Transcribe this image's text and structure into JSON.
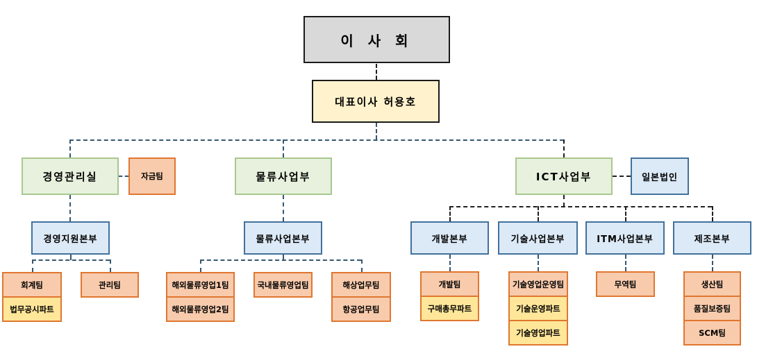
{
  "board": {
    "label": "이 사 회"
  },
  "ceo": {
    "label": "대표이사 허용호"
  },
  "management": {
    "division": "경영관리실",
    "finance_team": "자금팀",
    "hq": "경영지원본부",
    "accounting_team": "회계팀",
    "legal_disclosure_part": "법무공시파트",
    "admin_team": "관리팀"
  },
  "logistics": {
    "division": "물류사업부",
    "hq": "물류사업본부",
    "overseas_sales_team1": "해외물류영업1팀",
    "overseas_sales_team2": "해외물류영업2팀",
    "domestic_sales_team": "국내물류영업팀",
    "marine_team": "해상업무팀",
    "air_team": "항공업무팀"
  },
  "ict": {
    "division": "ICT사업부",
    "japan_corporation": "일본법인",
    "dev_hq": "개발본부",
    "tech_hq": "기술사업본부",
    "itm_hq": "ITM사업본부",
    "mfg_hq": "제조본부",
    "dev_team": "개발팀",
    "purchasing_ga_part": "구매총무파트",
    "tech_sales_ops_team": "기술영업운영팀",
    "tech_ops_part": "기술운영파트",
    "tech_sales_part": "기술영업파트",
    "trade_team": "무역팀",
    "production_team": "생산팀",
    "qa_team": "품질보증팀",
    "scm_team": "SCM팀"
  },
  "colors": {
    "board_fill": "#D9D9D9",
    "executive_fill": "#FFF2CC",
    "division_fill": "#E7F1DD",
    "division_border": "#A8C88E",
    "hq_fill": "#DCE9F6",
    "hq_border": "#41719C",
    "team_fill": "#F8CBAD",
    "part_fill": "#FFE699",
    "team_border": "#E0762F",
    "connector_navy": "#35566F",
    "connector_black": "#1f1f1f"
  }
}
